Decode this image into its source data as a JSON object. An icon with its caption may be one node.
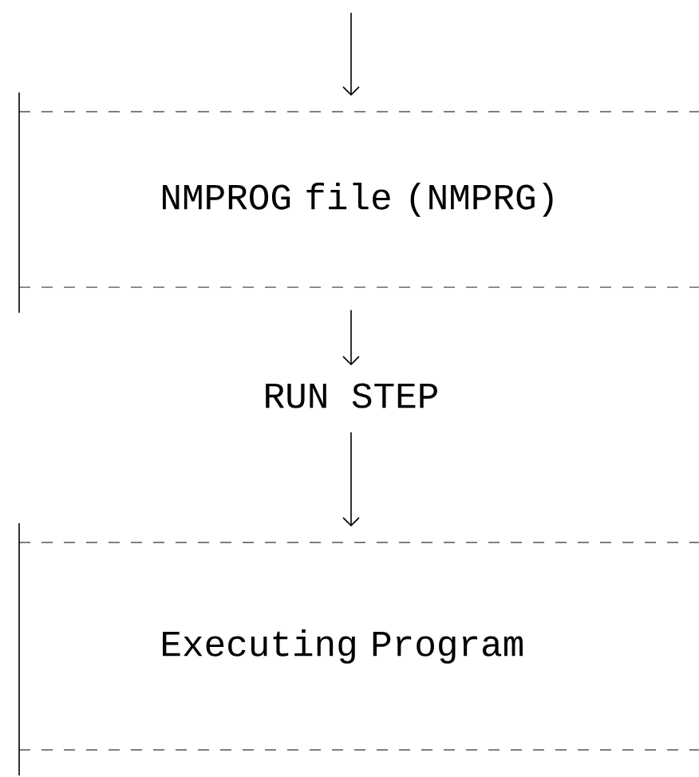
{
  "diagram": {
    "nodes": [
      {
        "text": [
          "NMPROG file (NMPRG)"
        ]
      },
      {
        "text": [
          "RUN STEP"
        ]
      },
      {
        "text": [
          "Executing Program"
        ]
      }
    ],
    "edges": [
      {
        "from": null,
        "to": 0,
        "arrow": "to"
      },
      {
        "from": 0,
        "to": 1,
        "arrow": "to"
      },
      {
        "from": 1,
        "to": 2,
        "arrow": "to"
      }
    ]
  }
}
